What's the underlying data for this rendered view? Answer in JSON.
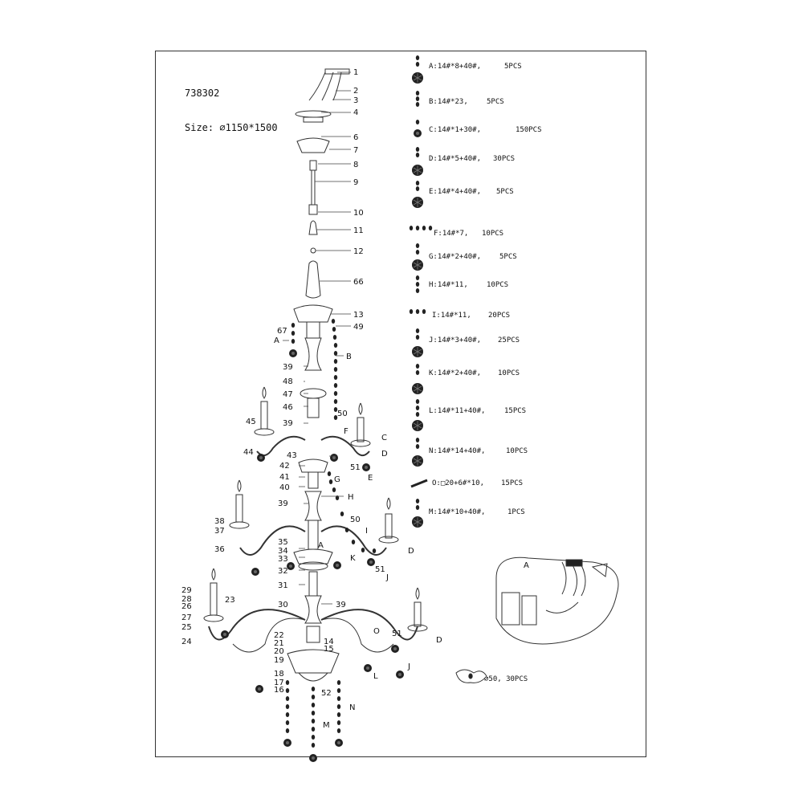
{
  "header": {
    "model": "738302",
    "size": "Size: ⌀1150*1500"
  },
  "parts": [
    {
      "id": "A",
      "code": "A:14#*8+40#,",
      "qty": "5PCS"
    },
    {
      "id": "B",
      "code": "B:14#*23,",
      "qty": "5PCS"
    },
    {
      "id": "C",
      "code": "C:14#*1+30#,",
      "qty": "150PCS"
    },
    {
      "id": "D",
      "code": "D:14#*5+40#,",
      "qty": "30PCS"
    },
    {
      "id": "E",
      "code": "E:14#*4+40#,",
      "qty": "5PCS"
    },
    {
      "id": "F",
      "code": "F:14#*7,",
      "qty": "10PCS"
    },
    {
      "id": "G",
      "code": "G:14#*2+40#,",
      "qty": "5PCS"
    },
    {
      "id": "H",
      "code": "H:14#*11,",
      "qty": "10PCS"
    },
    {
      "id": "I",
      "code": "I:14#*11,",
      "qty": "20PCS"
    },
    {
      "id": "J",
      "code": "J:14#*3+40#,",
      "qty": "25PCS"
    },
    {
      "id": "K",
      "code": "K:14#*2+40#,",
      "qty": "10PCS"
    },
    {
      "id": "L",
      "code": "L:14#*11+40#,",
      "qty": "15PCS"
    },
    {
      "id": "N",
      "code": "N:14#*14+40#,",
      "qty": "10PCS"
    },
    {
      "id": "O",
      "code": "O:□20+6#*10,",
      "qty": "15PCS"
    },
    {
      "id": "M",
      "code": "M:14#*10+40#,",
      "qty": "1PCS"
    }
  ],
  "bobeche": "⌀50, 30PCS",
  "detail_label": "A",
  "callouts": {
    "c1": "1",
    "c2": "2",
    "c3": "3",
    "c4": "4",
    "c6": "6",
    "c7": "7",
    "c8": "8",
    "c9": "9",
    "c10": "10",
    "c11": "11",
    "c12": "12",
    "c66": "66",
    "c13": "13",
    "c49": "49",
    "c67": "67",
    "cA1": "A",
    "cB": "B",
    "c39a": "39",
    "c48": "48",
    "c47a": "47",
    "c46": "46",
    "c39b": "39",
    "c45": "45",
    "c50a": "50",
    "cF": "F",
    "cC": "C",
    "c44": "44",
    "c43": "43",
    "c42": "42",
    "c41": "41",
    "c40": "40",
    "c51a": "51",
    "cD1": "D",
    "cG": "G",
    "cE": "E",
    "cH": "H",
    "c39c": "39",
    "c38": "38",
    "c37": "37",
    "c50b": "50",
    "cI": "I",
    "c36": "36",
    "c35": "35",
    "c34": "34",
    "cA2": "A",
    "cD2": "D",
    "c33": "33",
    "cK": "K",
    "c32": "32",
    "c51b": "51",
    "cJ1": "J",
    "c31": "31",
    "c29": "29",
    "c28": "28",
    "c23": "23",
    "c26": "26",
    "c27": "27",
    "c25": "25",
    "c30": "30",
    "c39d": "39",
    "c24": "24",
    "c22": "22",
    "c21": "21",
    "c20": "20",
    "c14": "14",
    "c15": "15",
    "cO": "O",
    "c51c": "51",
    "cD3": "D",
    "c19": "19",
    "cJ2": "J",
    "c18": "18",
    "c17": "17",
    "c16": "16",
    "c52": "52",
    "cL": "L",
    "cN": "N",
    "cM": "M"
  }
}
